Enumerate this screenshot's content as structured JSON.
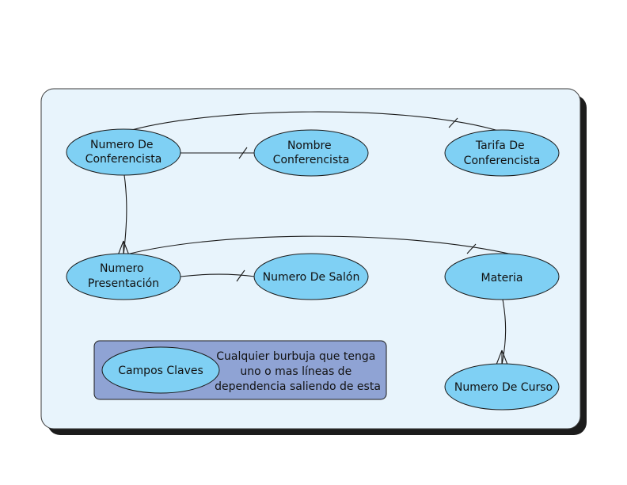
{
  "colors": {
    "panel_fill": "#e8f4fc",
    "panel_stroke": "#3a3a3a",
    "panel_shadow": "#1c1c1c",
    "bubble_fill": "#7fd0f4",
    "bubble_stroke": "#1a1a1a",
    "legend_fill": "#8fa3d4",
    "line": "#1a1a1a"
  },
  "bubbles": {
    "numero_conferencista": [
      "Numero De",
      "Conferencista"
    ],
    "nombre_conferencista": [
      "Nombre",
      "Conferencista"
    ],
    "tarifa_conferencista": [
      "Tarifa De",
      "Conferencista"
    ],
    "numero_presentacion": [
      "Numero",
      "Presentación"
    ],
    "numero_salon": [
      "Numero De Salón"
    ],
    "materia": [
      "Materia"
    ],
    "numero_curso": [
      "Numero De Curso"
    ]
  },
  "legend": {
    "key_label": "Campos Claves",
    "description": [
      "Cualquier burbuja que tenga",
      "uno o mas líneas de",
      "dependencia saliendo de esta"
    ]
  }
}
